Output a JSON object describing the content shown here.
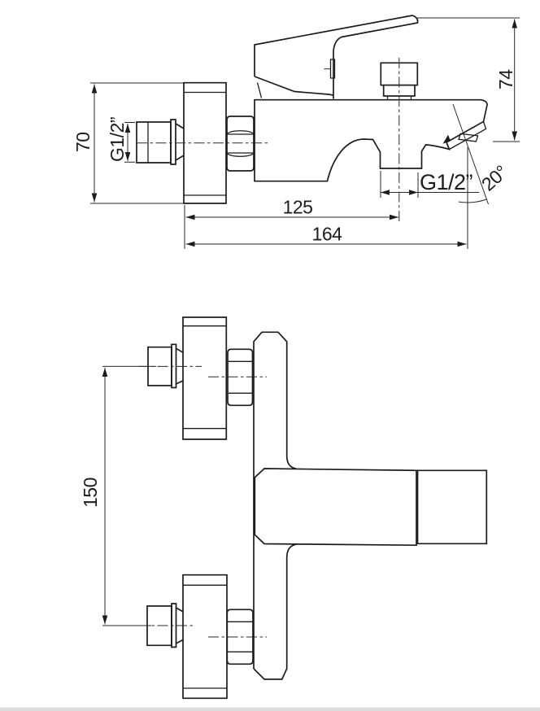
{
  "drawing": {
    "dims": {
      "plate_diameter": "70",
      "height_above_axis": "74",
      "wall_to_outlet": "125",
      "total_projection": "164",
      "inlet_spacing": "150",
      "spout_angle": "20°",
      "wall_thread": "G1/2”",
      "outlet_thread": "G1/2”"
    }
  }
}
